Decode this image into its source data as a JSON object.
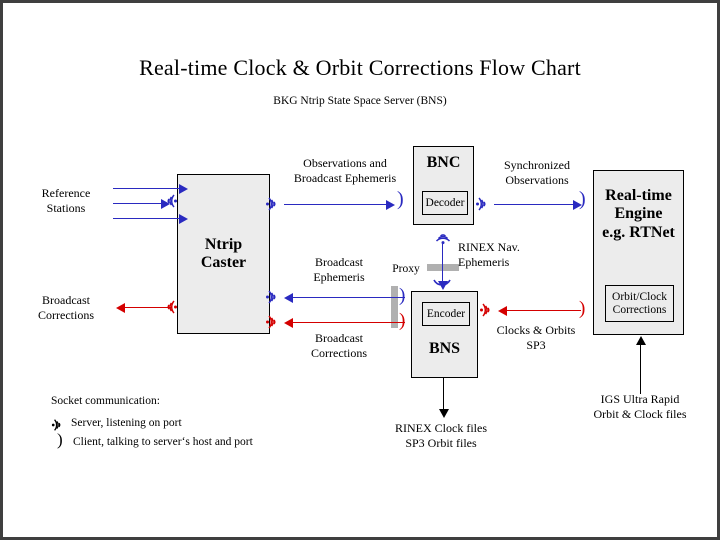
{
  "title": "Real-time Clock & Orbit Corrections Flow Chart",
  "subtitle": "BKG Ntrip State Space Server  (BNS)",
  "colors": {
    "blue": "#2a2ac0",
    "red": "#d40000",
    "black": "#000000",
    "box_fill": "#ececec",
    "proxy_gray": "#b0b0b0",
    "canvas": "#ffffff",
    "border": "#3f3f3f"
  },
  "boxes": {
    "caster": {
      "title": "Ntrip\nCaster",
      "line1": "Ntrip",
      "line2": "Caster"
    },
    "bnc": {
      "title": "BNC",
      "sub": "Decoder"
    },
    "bns": {
      "title": "BNS",
      "sub": "Encoder"
    },
    "engine": {
      "line1": "Real-time",
      "line2": "Engine",
      "line3": "e.g. RTNet",
      "sub_line1": "Orbit/Clock",
      "sub_line2": "Corrections"
    }
  },
  "labels": {
    "reference_stations_l1": "Reference",
    "reference_stations_l2": "Stations",
    "broadcast_corrections_left_l1": "Broadcast",
    "broadcast_corrections_left_l2": "Corrections",
    "observations_l1": "Observations and",
    "observations_l2": "Broadcast Ephemeris",
    "synchronized_l1": "Synchronized",
    "synchronized_l2": "Observations",
    "broadcast_ephemeris_l1": "Broadcast",
    "broadcast_ephemeris_l2": "Ephemeris",
    "broadcast_corrections_mid_l1": "Broadcast",
    "broadcast_corrections_mid_l2": "Corrections",
    "proxy": "Proxy",
    "rinex_nav_l1": "RINEX Nav.",
    "rinex_nav_l2": "Ephemeris",
    "clocks_orbits_l1": "Clocks & Orbits",
    "clocks_orbits_l2": "SP3",
    "rinex_files_l1": "RINEX Clock files",
    "rinex_files_l2": "SP3 Orbit files",
    "igs_l1": "IGS Ultra Rapid",
    "igs_l2": "Orbit & Clock files"
  },
  "legend": {
    "heading": "Socket communication:",
    "server": "Server, listening on port",
    "client": "Client, talking to server‘s host and port",
    "server_icon": "antenna-icon",
    "client_icon": "arc-icon"
  }
}
